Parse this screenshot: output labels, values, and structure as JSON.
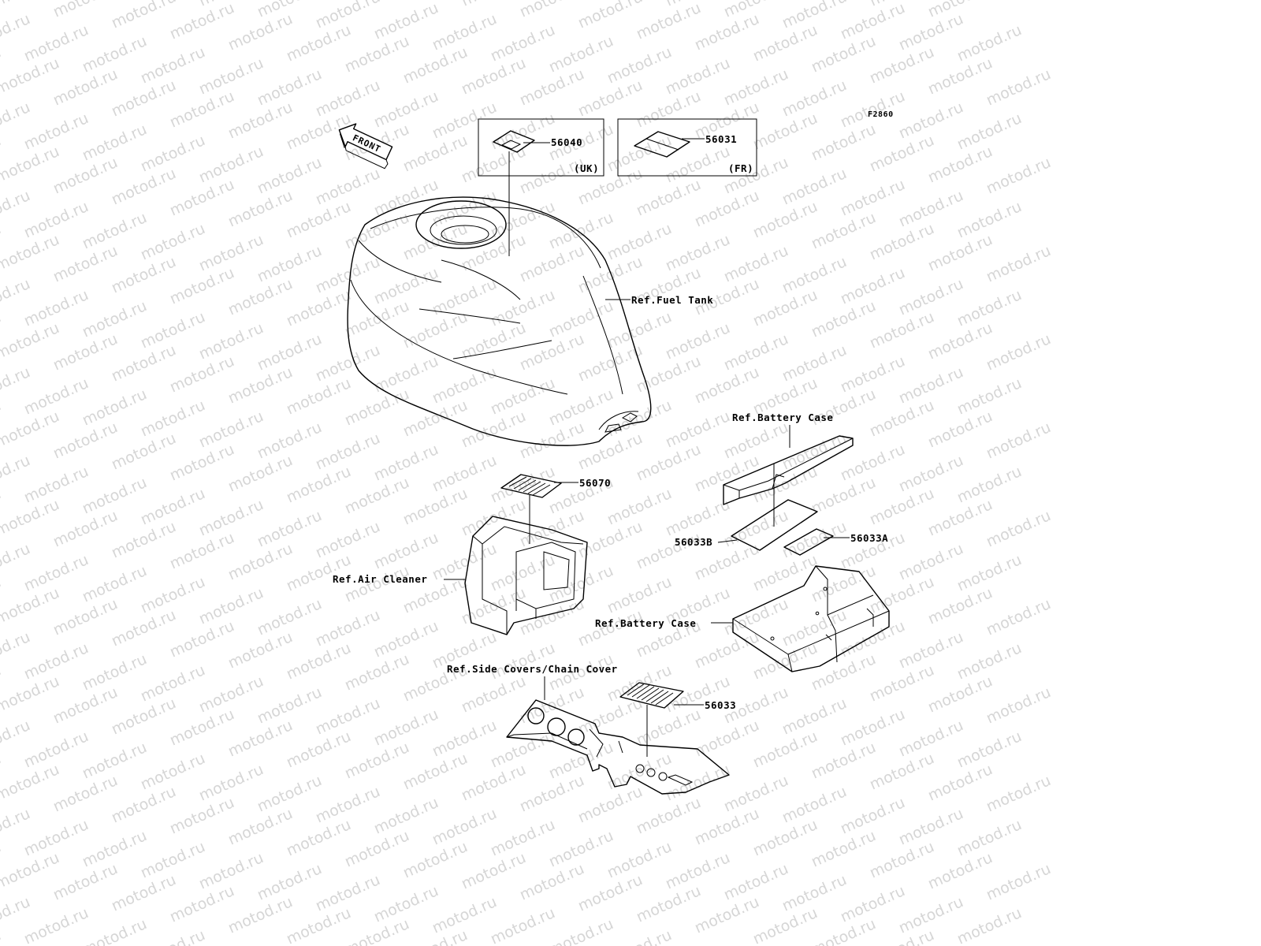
{
  "figure_code": "F2860",
  "front_arrow_label": "FRONT",
  "watermark_text": "motod.ru",
  "colors": {
    "line": "#000000",
    "watermark": "#d6d6d6",
    "background": "#ffffff"
  },
  "callouts": {
    "uk_box": {
      "part": "56040",
      "region": "(UK)"
    },
    "fr_box": {
      "part": "56031",
      "region": "(FR)"
    },
    "fuel_tank": "Ref.Fuel Tank",
    "battery_case_upper": "Ref.Battery Case",
    "part_56070": "56070",
    "part_56033B": "56033B",
    "part_56033A": "56033A",
    "air_cleaner": "Ref.Air Cleaner",
    "battery_case_lower": "Ref.Battery Case",
    "side_covers": "Ref.Side Covers/Chain Cover",
    "part_56033": "56033"
  }
}
